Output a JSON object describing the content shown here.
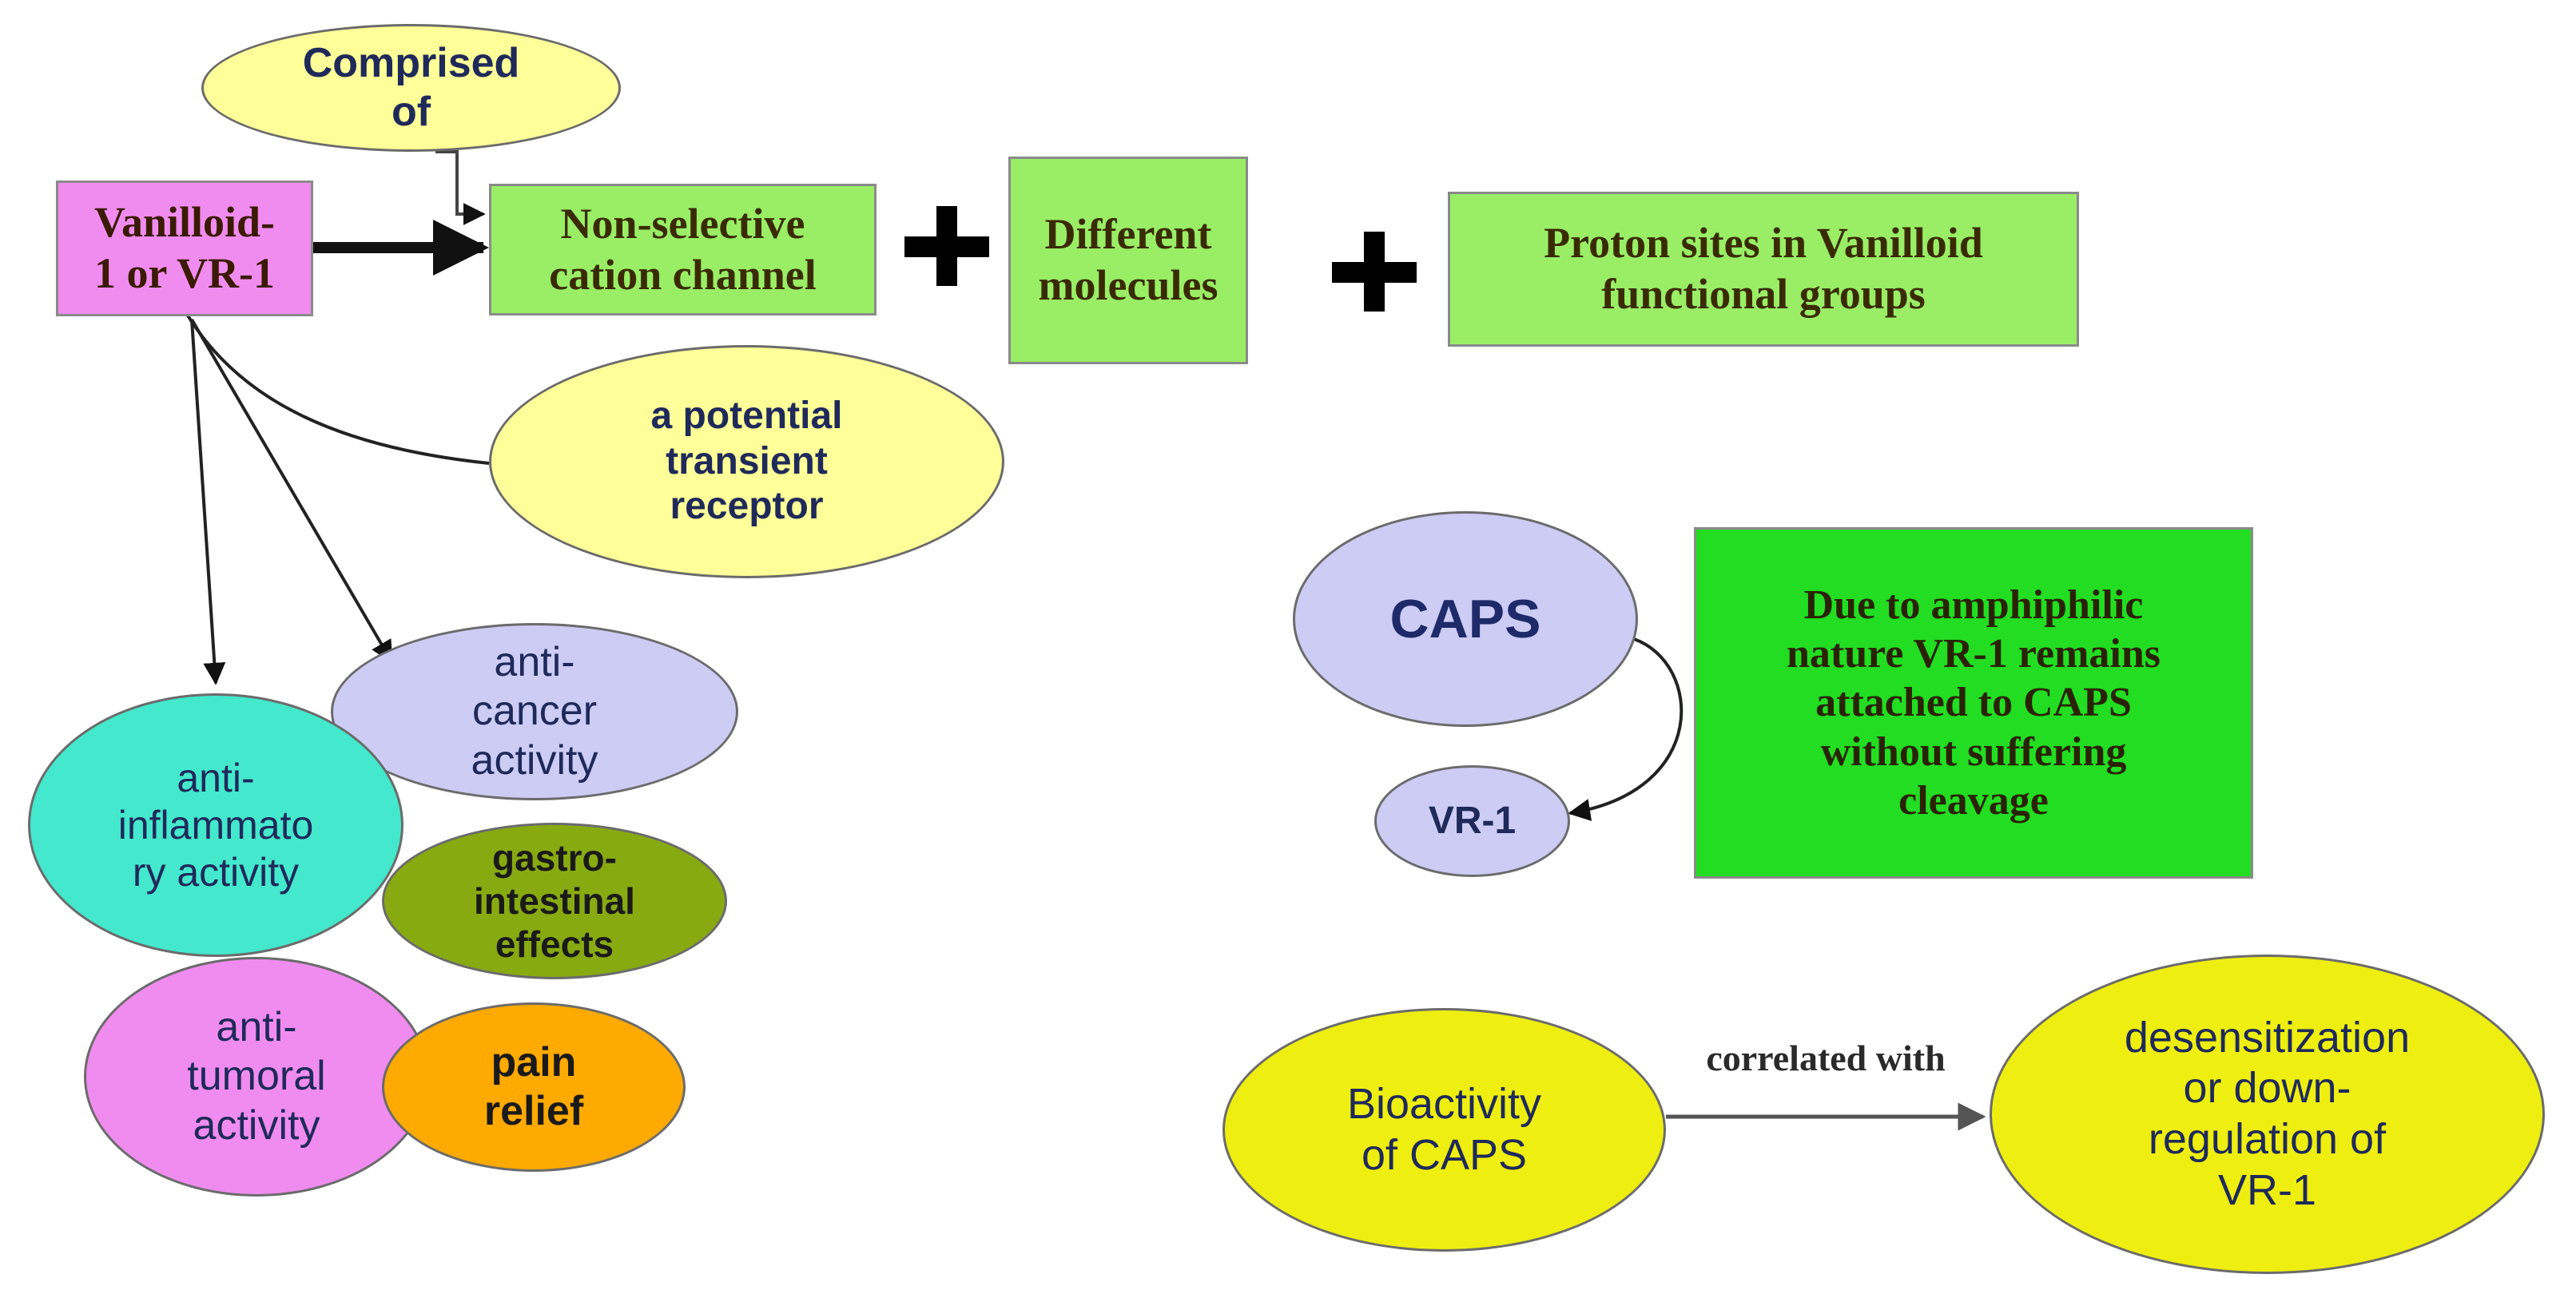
{
  "nodes": {
    "comprised_of": "Comprised\nof",
    "vr1_main": "Vanilloid-\n1 or VR-1",
    "non_selective": "Non-selective\ncation channel",
    "different_molecules": "Different\nmolecules",
    "proton_sites": "Proton sites in Vanilloid\nfunctional groups",
    "potential_receptor": "a potential\ntransient\nreceptor",
    "anti_cancer": "anti-\ncancer\nactivity",
    "anti_inflammatory": "anti-\ninflammato\nry activity",
    "gastro": "gastro-\nintestinal\neffects",
    "anti_tumoral": "anti-\ntumoral\nactivity",
    "pain_relief": "pain\nrelief",
    "caps": "CAPS",
    "vr1_small": "VR-1",
    "amphiphilic": "Due to amphiphilic\nnature VR-1 remains\nattached to CAPS\nwithout suffering\ncleavage",
    "bioactivity": "Bioactivity\nof CAPS",
    "desensitization": "desensitization\nor down-\nregulation of\nVR-1"
  },
  "edge_labels": {
    "correlated_with": "correlated with"
  },
  "colors": {
    "pink": "#f08cf0",
    "light_green": "#99ee66",
    "bright_green": "#22dd22",
    "pale_yellow": "#ffff99",
    "lavender": "#ccccf5",
    "aqua": "#44e8cc",
    "olive": "#88aa11",
    "orange": "#ffaa00",
    "yellow": "#eeee11"
  }
}
